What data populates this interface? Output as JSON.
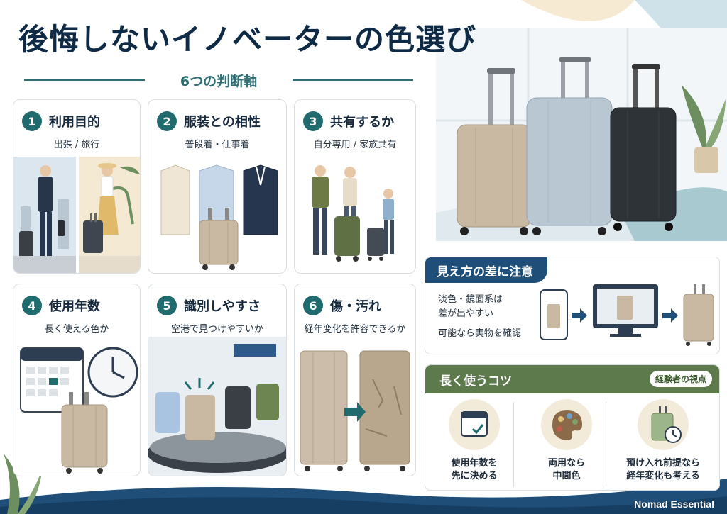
{
  "title": "後悔しないイノベーターの色選び",
  "subtitle": "6つの判断軸",
  "cards": [
    {
      "number": "1",
      "title": "利用目的",
      "sub": "出張 / 旅行"
    },
    {
      "number": "2",
      "title": "服装との相性",
      "sub": "普段着・仕事着"
    },
    {
      "number": "3",
      "title": "共有するか",
      "sub": "自分専用 / 家族共有"
    },
    {
      "number": "4",
      "title": "使用年数",
      "sub": "長く使える色か"
    },
    {
      "number": "5",
      "title": "識別しやすさ",
      "sub": "空港で見つけやすいか"
    },
    {
      "number": "6",
      "title": "傷・汚れ",
      "sub": "経年変化を許容できるか"
    }
  ],
  "note_panel": {
    "title": "見え方の差に注意",
    "line1": "淡色・鏡面系は",
    "line2": "差が出やすい",
    "line3": "可能なら実物を確認"
  },
  "tips_panel": {
    "title": "長く使うコツ",
    "pill": "経験者の視点",
    "items": [
      {
        "label": "使用年数を\n先に決める",
        "icon": "calendar-check-icon"
      },
      {
        "label": "両用なら\n中間色",
        "icon": "palette-icon"
      },
      {
        "label": "預け入れ前提なら\n経年変化も考える",
        "icon": "suitcase-clock-icon"
      }
    ]
  },
  "brand": "Nomad Essential",
  "colors": {
    "navy": "#0e2a45",
    "teal": "#1f6b6e",
    "panel_blue": "#1f4e79",
    "panel_green": "#5c7a4c",
    "beige": "#c9b9a3",
    "silver": "#b9c7d3",
    "black": "#2e3338"
  }
}
